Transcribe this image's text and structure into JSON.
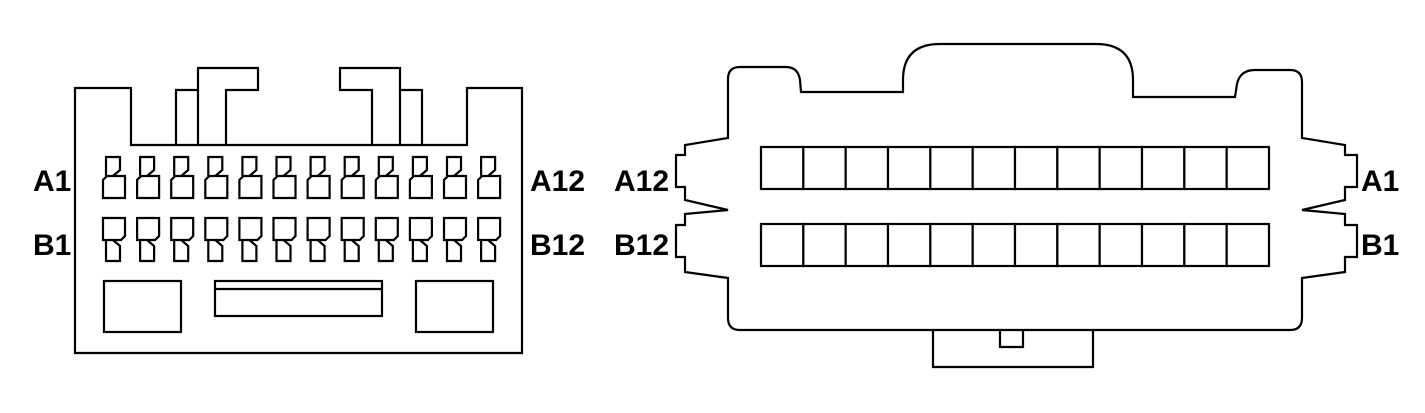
{
  "left_connector": {
    "labels": {
      "top_left": "A1",
      "top_right": "A12",
      "bottom_left": "B1",
      "bottom_right": "B12"
    },
    "terminals_per_row": 12
  },
  "right_connector": {
    "labels": {
      "top_left": "A12",
      "top_right": "A1",
      "bottom_left": "B12",
      "bottom_right": "B1"
    },
    "cavities_per_row": 12
  }
}
